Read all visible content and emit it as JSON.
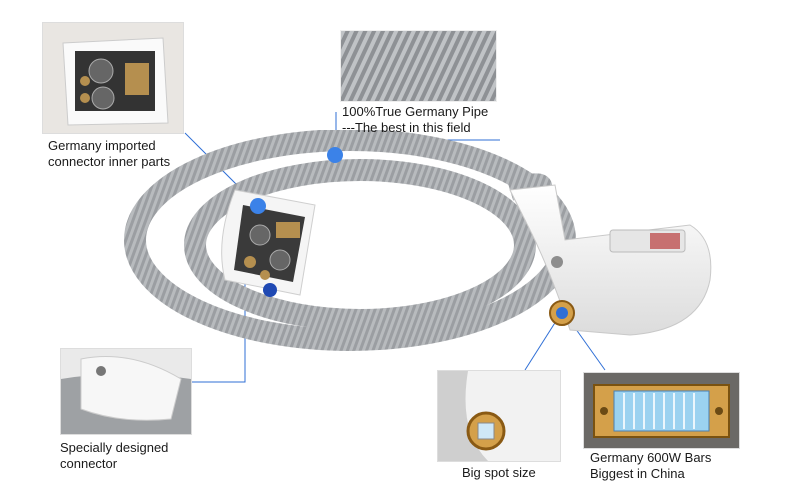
{
  "callouts": {
    "connector_inner": {
      "line1": "Germany imported",
      "line2": "connector inner parts"
    },
    "pipe": {
      "line1": "100%True Germany Pipe",
      "line2": "---The best in this field"
    },
    "special_connector": {
      "line1": "Specially designed",
      "line2": "connector"
    },
    "spot_size": {
      "line1": "Big spot size"
    },
    "bars": {
      "line1": "Germany 600W Bars",
      "line2": "Biggest in China"
    }
  },
  "colors": {
    "callout_line": "#2f6fd6",
    "dot": "#3b82e8",
    "dot_dark": "#1f49b3",
    "hose": "#8f9296",
    "hose_light": "#b9bcbf",
    "body_white": "#f2f2f2"
  }
}
